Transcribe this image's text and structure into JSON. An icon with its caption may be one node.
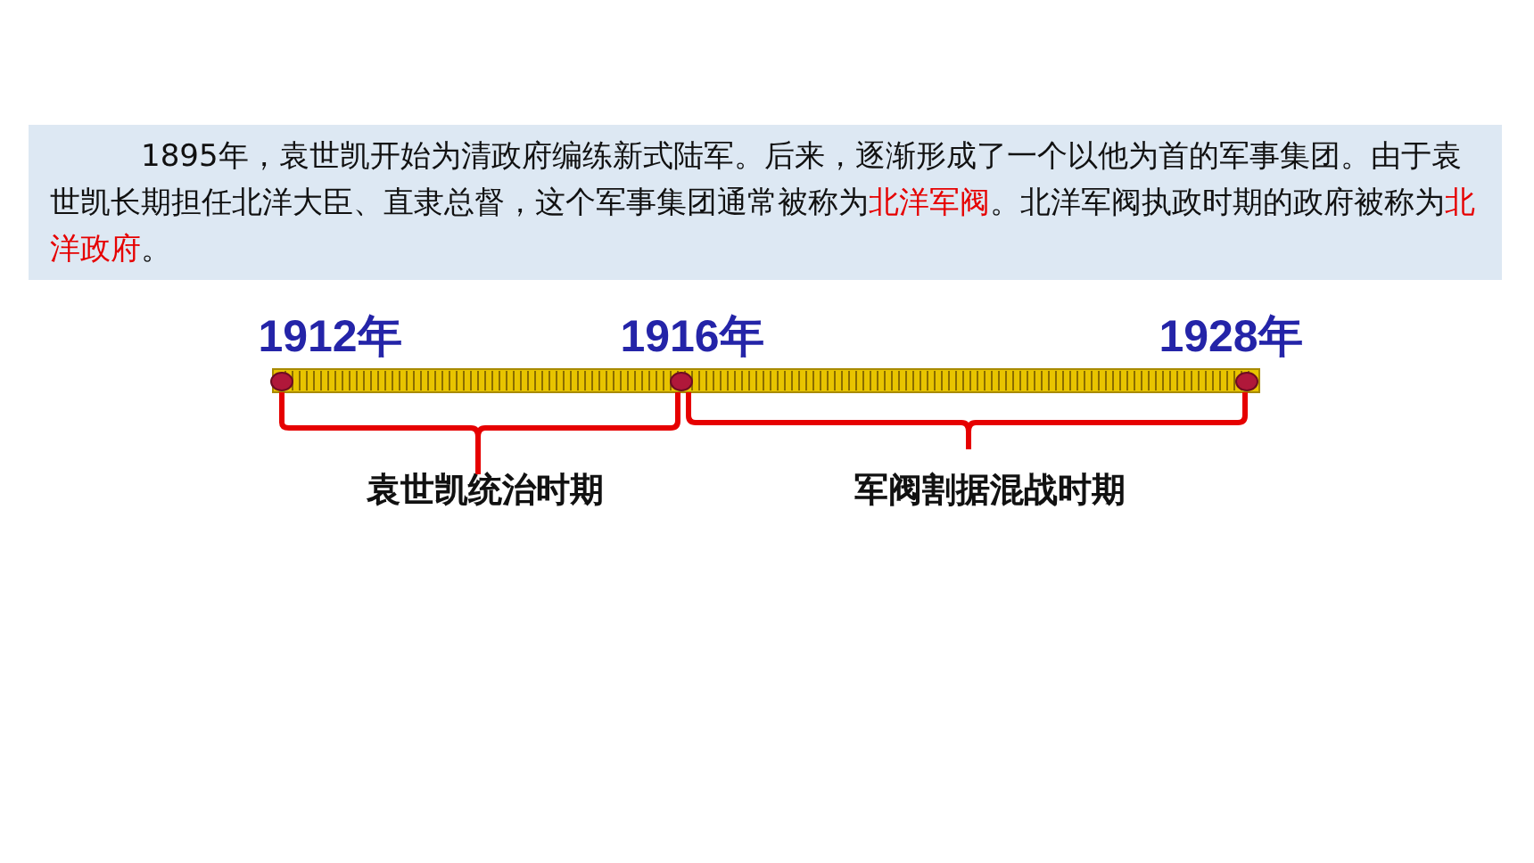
{
  "diagram": {
    "nodes": [
      {
        "text": [
          "1895年，袁世凯开始为清政府编练新式陆军。后来，逐渐形成了一个以他为首的军事集团。由于袁世凯长期担任北洋大臣、直隶总督，这个军事集团通常被称为**北洋军阀**。北洋军阀执政时期的政府被称为**北洋政府**。"
        ]
      }
    ],
    "labels": [
      "1912年",
      "1916年",
      "1928年",
      "袁世凯统治时期",
      "军阀割据混战时期"
    ]
  }
}
